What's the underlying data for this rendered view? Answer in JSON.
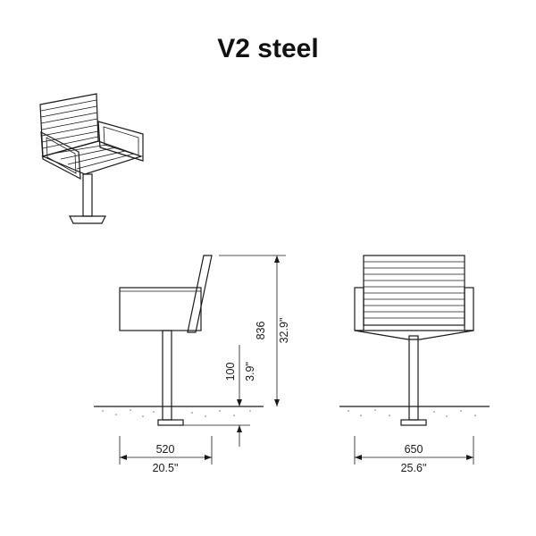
{
  "title": "V2 steel",
  "dimensions": {
    "height_mm": "836",
    "height_in": "32.9\"",
    "embed_mm": "100",
    "embed_in": "3.9\"",
    "depth_mm": "520",
    "depth_in": "20.5\"",
    "width_mm": "650",
    "width_in": "25.6\""
  }
}
